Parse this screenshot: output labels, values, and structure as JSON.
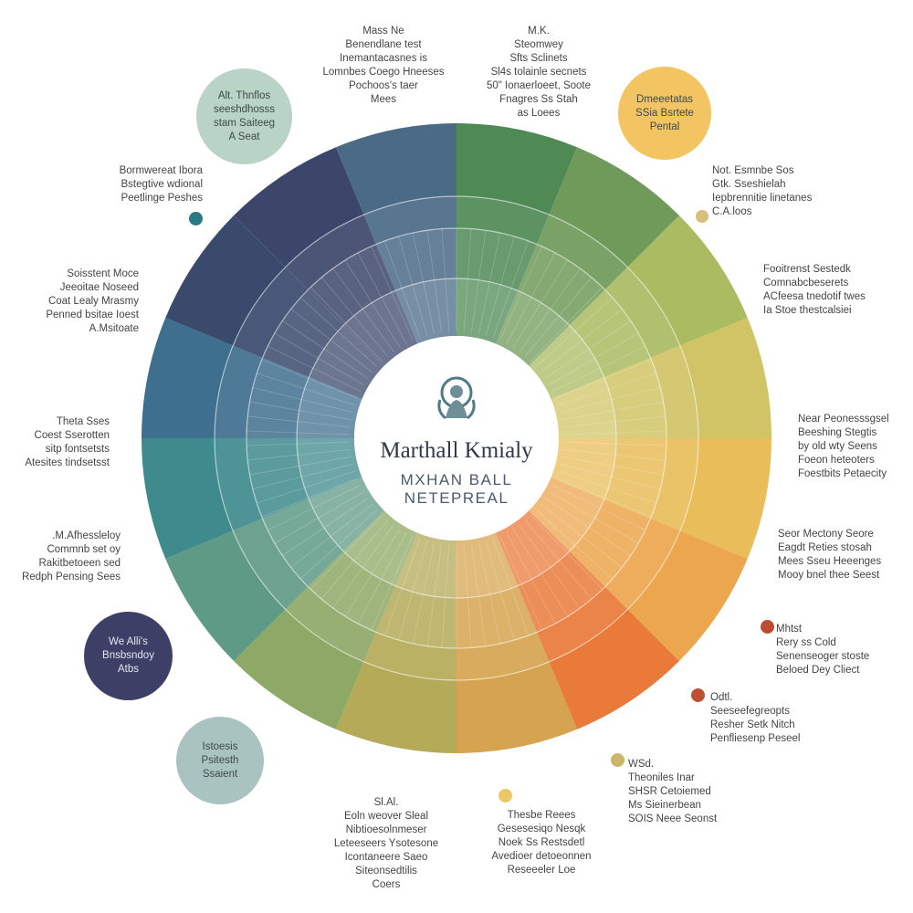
{
  "colors": {
    "palette_ring": [
      "#4f8a55",
      "#6f9a5a",
      "#aabb62",
      "#d0c466",
      "#e8bd5a",
      "#eca64e",
      "#e97a3a",
      "#d6a450",
      "#b4aa58",
      "#8ea866",
      "#5f9a86",
      "#3f8a8c",
      "#3f6f8e",
      "#394a6c",
      "#3c466a",
      "#4a6a86"
    ],
    "center_text": "#2e3a4c",
    "background": "#ffffff"
  },
  "center": {
    "title": "Marthall Kmialy",
    "subtitle_line1": "MXHAN BALL",
    "subtitle_line2": "NETEPREAL",
    "logo_icon": "person-emblem-icon"
  },
  "labels": [
    {
      "id": "top-left",
      "lines": [
        "Mass Ne",
        "Benendlane test",
        "Inemantacasnes is",
        "Lomnbes Coego Hneeses",
        "Pochoos's taer",
        "Mees"
      ]
    },
    {
      "id": "top-right",
      "lines": [
        "M.K.",
        "Steomwey",
        "Sfts Sclinets",
        "Sl4s tolainle secnets",
        "50\" Ionaerloeet, Soote",
        "Fnagres Ss Stah",
        "as Loees"
      ]
    },
    {
      "id": "upper-left",
      "lines": [
        "Bormwereat Ibora",
        "Bstegtive wdional",
        "Peetlinge Peshes"
      ]
    },
    {
      "id": "upper-right",
      "lines": [
        "Not. Esmnbe Sos",
        "Gtk. Sseshielah",
        "Iepbrennitie linetanes",
        "C.A.loos"
      ]
    },
    {
      "id": "left-1",
      "lines": [
        "Soisstent Moce",
        "Jeeoitae Noseed",
        "Coat Lealy Mrasmy",
        "Penned bsitae Ioest",
        "A.Msitoate"
      ]
    },
    {
      "id": "right-1",
      "lines": [
        "Fooitrenst Sestedk",
        "Comnabcbeserets",
        "ACfeesa tnedotif twes",
        "Ia Stoe thestcalsiei"
      ]
    },
    {
      "id": "left-2",
      "lines": [
        "Theta Sses",
        "Coest Sserotten",
        "sitp fontsetsts",
        "Atesites tindsetsst"
      ]
    },
    {
      "id": "right-2",
      "lines": [
        "Near Peonesssgsel",
        "Beeshing Stegtis",
        "by old wty Seens",
        "Foeon heteoters",
        "Foestbits Petaecity"
      ]
    },
    {
      "id": "left-3",
      "lines": [
        ".M.Afhessleloy",
        "Commnb set oy",
        "Rakitbetoeen sed",
        "Redph Pensing Sees"
      ]
    },
    {
      "id": "right-3",
      "lines": [
        "Seor Mectony Seore",
        "Eagdt Reties stosah",
        "Mees Sseu Heeenges",
        "Mooy bnel thee Seest"
      ]
    },
    {
      "id": "right-4",
      "lines": [
        "Mhtst",
        "Rery ss Cold",
        "Senenseoger stoste",
        "Beloed Dey Cliect"
      ]
    },
    {
      "id": "right-5",
      "lines": [
        "Odtl.",
        "Seeseefegreopts",
        "Resher Setk Nitch",
        "Penfliesenp Peseel"
      ]
    },
    {
      "id": "bottom-right",
      "lines": [
        "WSd.",
        "Theoniles Inar",
        "SHSR Cetoiemed",
        "Ms Sieinerbean",
        "SOIS Neee Seonst"
      ]
    },
    {
      "id": "bottom-middle",
      "lines": [
        "Thesbe Reees",
        "Gesesesiqo Nesqk",
        "Noek Ss Restsdetl",
        "Avedioer detoeonnen",
        "Reseeeler Loe"
      ]
    },
    {
      "id": "bottom-left",
      "lines": [
        "Sl.Al.",
        "Eoln weover Sleal",
        "Nibtioesolnmeser",
        "Leteeseers Ysotesone",
        "Icontaneere Saeo",
        "Siteonsedtilis",
        "Coers"
      ]
    }
  ],
  "bubbles": [
    {
      "id": "top-left-bubble",
      "lines": [
        "Alt. Thnflos",
        "seeshdhosss",
        "stam Saiteeg",
        "A Seat"
      ],
      "color": "#b9d3c6"
    },
    {
      "id": "top-right-bubble",
      "lines": [
        "Dmeeetatas",
        "SSia Bsrtete",
        "Pental"
      ],
      "color": "#f2c462"
    },
    {
      "id": "bottom-left-dark-bubble",
      "lines": [
        "We Alli's",
        "Bnsbsndoy",
        "Atbs"
      ],
      "color": "#3d3f66"
    },
    {
      "id": "bottom-left-light-bubble",
      "lines": [
        "Istoesis",
        "Psitesth",
        "Ssaient"
      ],
      "color": "#a9c3c0"
    }
  ],
  "dots": [
    {
      "id": "teal-dot",
      "color": "#2a7a86"
    },
    {
      "id": "mustard-dot-upper",
      "color": "#d8c07a"
    },
    {
      "id": "rust-dot",
      "color": "#bf4a34"
    },
    {
      "id": "rust-dot-2",
      "color": "#bd5033"
    },
    {
      "id": "mustard-dot-lower",
      "color": "#ccb66a"
    },
    {
      "id": "yellow-dot",
      "color": "#ecc766"
    }
  ]
}
